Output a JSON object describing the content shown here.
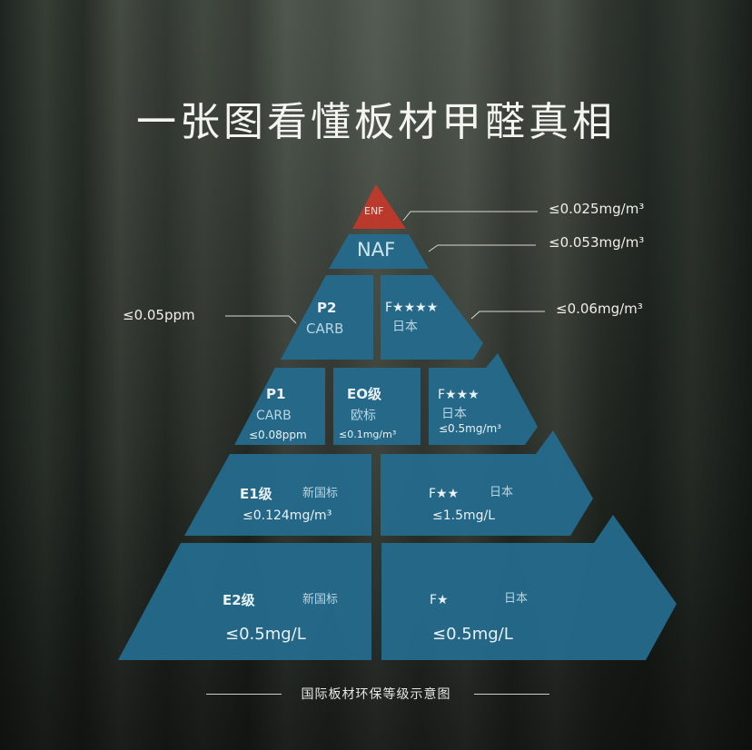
{
  "title": "一张图看懂板材甲醛真相",
  "colors": {
    "tier_blue": "#256a8c",
    "top_red": "#c0392b",
    "text_light": "#e8f2f6",
    "text_sub": "#b9d6e2"
  },
  "pyramid": {
    "enf": {
      "name": "ENF",
      "limit": "≤0.025mg/m³"
    },
    "naf": {
      "name": "NAF",
      "limit": "≤0.053mg/m³"
    },
    "p2": {
      "name": "P2",
      "standard": "CARB",
      "limit": "≤0.05ppm"
    },
    "f4": {
      "name": "F★★★★",
      "standard": "日本",
      "limit": "≤0.06mg/m³"
    },
    "p1": {
      "name": "P1",
      "standard": "CARB",
      "limit": "≤0.08ppm"
    },
    "e0": {
      "name": "EO级",
      "standard": "欧标",
      "limit": "≤0.1mg/m³"
    },
    "f3": {
      "name": "F★★★",
      "standard": "日本",
      "limit": "≤0.5mg/m³"
    },
    "e1": {
      "name": "E1级",
      "standard": "新国标",
      "limit": "≤0.124mg/m³"
    },
    "f2": {
      "name": "F★★",
      "standard": "日本",
      "limit": "≤1.5mg/L"
    },
    "e2": {
      "name": "E2级",
      "standard": "新国标",
      "limit": "≤0.5mg/L"
    },
    "f1": {
      "name": "F★",
      "standard": "日本",
      "limit": "≤0.5mg/L"
    }
  },
  "caption": "国际板材环保等级示意图"
}
